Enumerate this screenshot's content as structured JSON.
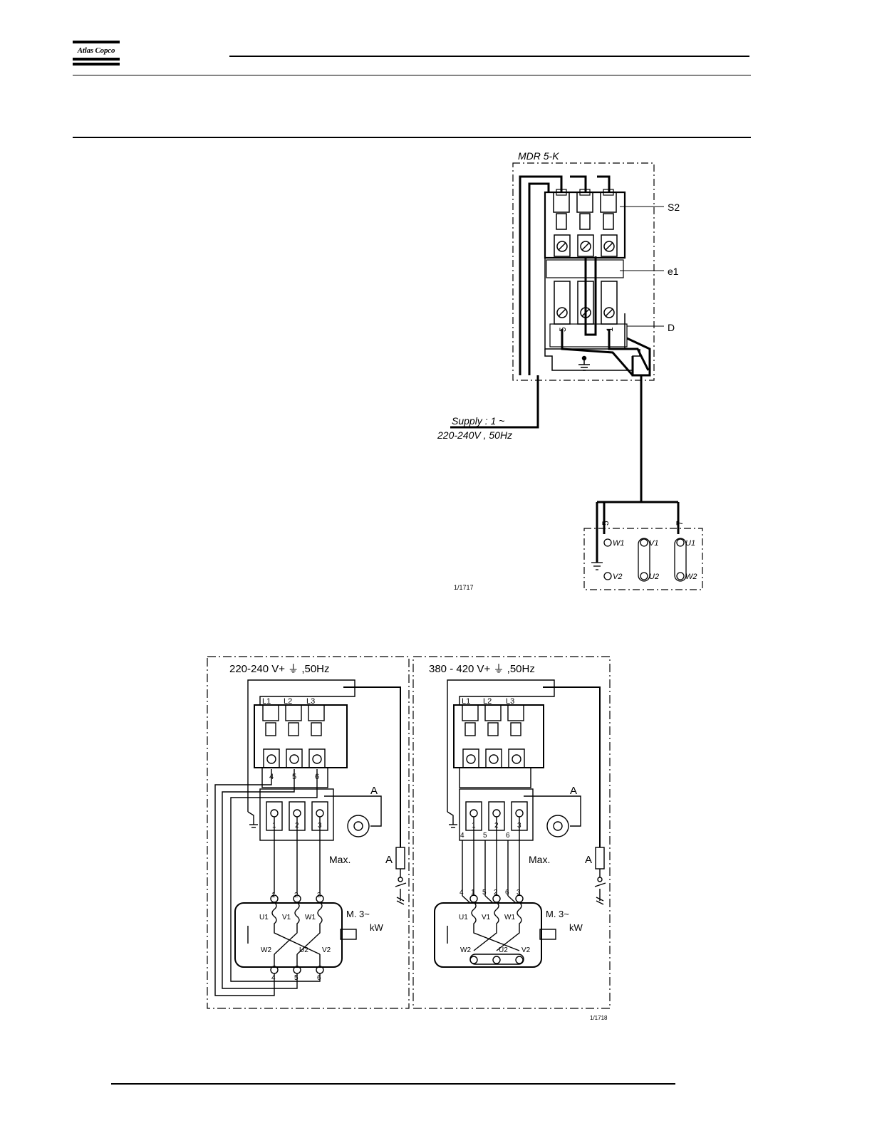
{
  "header": {
    "logo_text": "Atlas Copco"
  },
  "figure_top": {
    "title": "MDR 5-K",
    "labels": {
      "s2": "S2",
      "e1": "e1",
      "d": "D"
    },
    "terminal_numbers": [
      "5",
      "1"
    ],
    "supply_line1": "Supply : 1 ~",
    "supply_line2": "220-240V , 50Hz",
    "motor_wires": [
      "5",
      "7"
    ],
    "motor_terminals": [
      "W1",
      "V1",
      "U1",
      "V2",
      "U2",
      "W2"
    ],
    "ref": "1/1717"
  },
  "figure_bottom": {
    "left": {
      "title": "220-240  V+ ⏚ ,50Hz",
      "phases": [
        "L1",
        "L2",
        "L3"
      ],
      "top_terminals": [
        "4",
        "5",
        "6"
      ],
      "relay_terminals": [
        "1",
        "2",
        "3"
      ],
      "max_label": "Max.",
      "a_label": "A",
      "motor_top": [
        "1",
        "2",
        "3"
      ],
      "motor_windings_top": [
        "U1",
        "V1",
        "W1"
      ],
      "motor_windings_bottom": [
        "W2",
        "U2",
        "V2"
      ],
      "motor_bottom": [
        "4",
        "5",
        "6"
      ],
      "motor_label": "M. 3~",
      "kw_label": "kW"
    },
    "right": {
      "title": "380 - 420  V+ ⏚ ,50Hz",
      "phases": [
        "L1",
        "L2",
        "L3"
      ],
      "relay_terminals": [
        "1",
        "2",
        "3"
      ],
      "relay_side": [
        "4",
        "5",
        "6"
      ],
      "max_label": "Max.",
      "a_label": "A",
      "motor_top": [
        "4",
        "1",
        "5",
        "2",
        "6",
        "3"
      ],
      "motor_windings_top": [
        "U1",
        "V1",
        "W1"
      ],
      "motor_windings_bottom": [
        "W2",
        "U2",
        "V2"
      ],
      "motor_label": "M. 3~",
      "kw_label": "kW"
    },
    "ref": "1/1718"
  }
}
